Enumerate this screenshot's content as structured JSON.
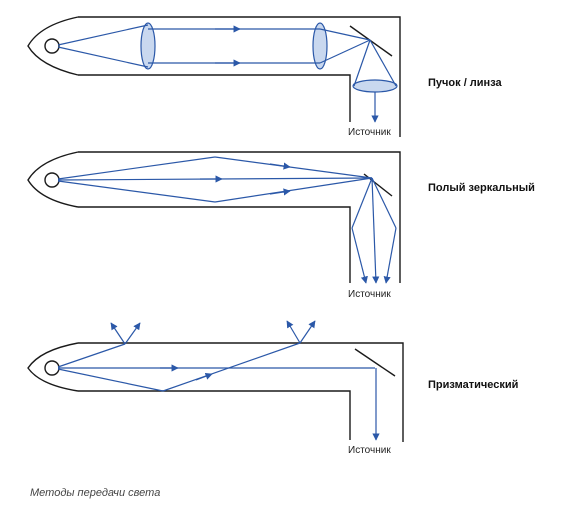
{
  "panels": [
    {
      "title": "Пучок / линза",
      "source_label": "Источник"
    },
    {
      "title": "Полый зеркальный",
      "source_label": "Источник"
    },
    {
      "title": "Призматический",
      "source_label": "Источник"
    }
  ],
  "caption": "Методы передачи света",
  "colors": {
    "outline": "#1a1a1a",
    "ray": "#2b58a8",
    "lens_fill": "#c9d8ef"
  }
}
